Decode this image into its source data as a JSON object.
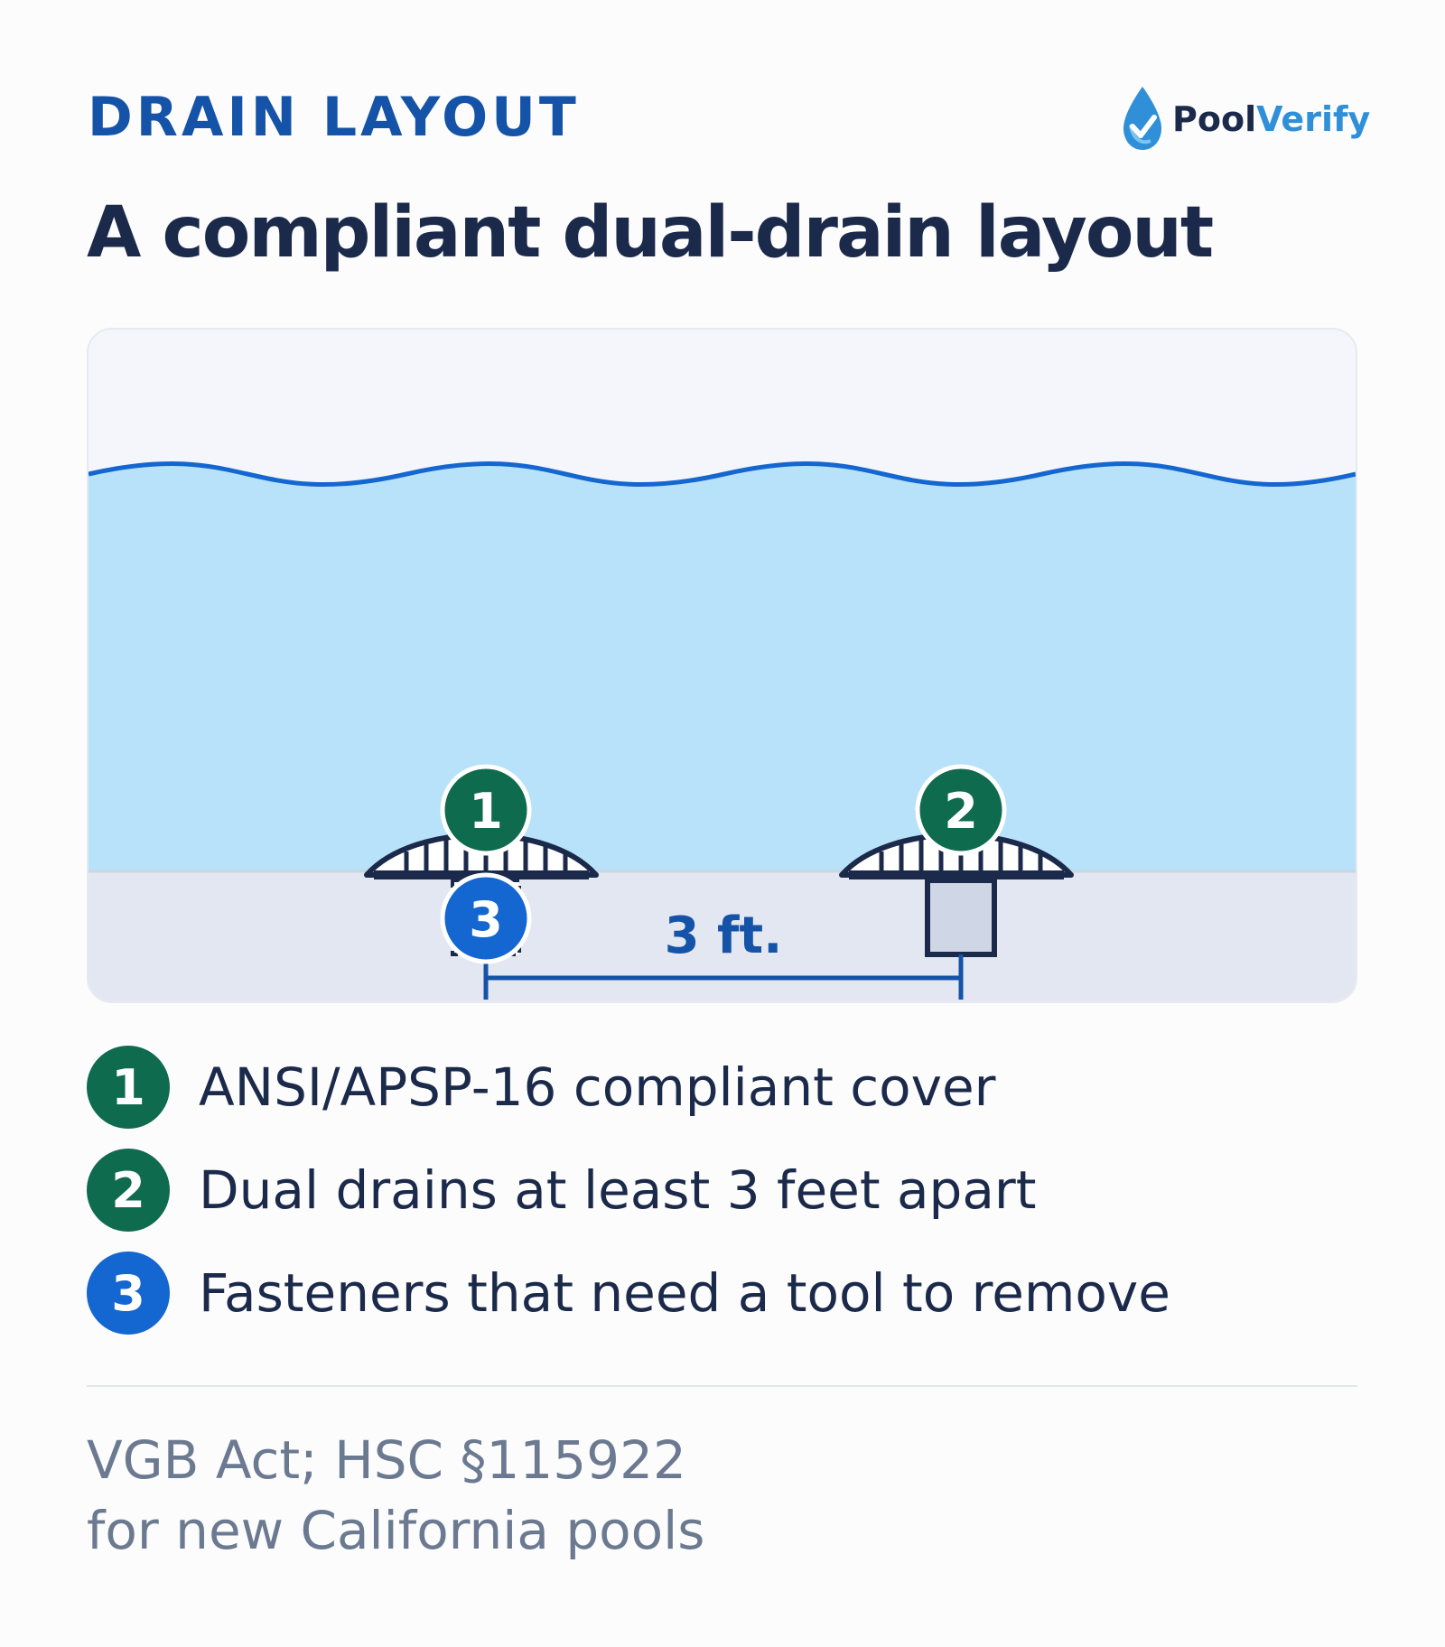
{
  "header": {
    "eyebrow": "DRAIN LAYOUT",
    "title": "A compliant dual-drain layout"
  },
  "brand": {
    "part1": "Pool",
    "part2": "Verify",
    "icon": "water-drop-check-icon"
  },
  "diagram": {
    "markers": [
      "1",
      "2",
      "3"
    ],
    "distance_label": "3 ft."
  },
  "legend": [
    {
      "number": "1",
      "text": "ANSI/APSP-16 compliant cover",
      "color": "#0f6b4e"
    },
    {
      "number": "2",
      "text": "Dual drains at least 3 feet apart",
      "color": "#0f6b4e"
    },
    {
      "number": "3",
      "text": "Fasteners that need a tool to remove",
      "color": "#1466d0"
    }
  ],
  "footer": {
    "line1": "VGB Act; HSC §115922",
    "line2": "for new California pools"
  },
  "colors": {
    "eyebrow": "#1453a8",
    "heading": "#1b2a4a",
    "water": "#b8e1fa",
    "wave": "#1466d0",
    "floor": "#e3e7f1",
    "green_badge": "#0f6b4e",
    "blue_badge": "#1466d0"
  }
}
